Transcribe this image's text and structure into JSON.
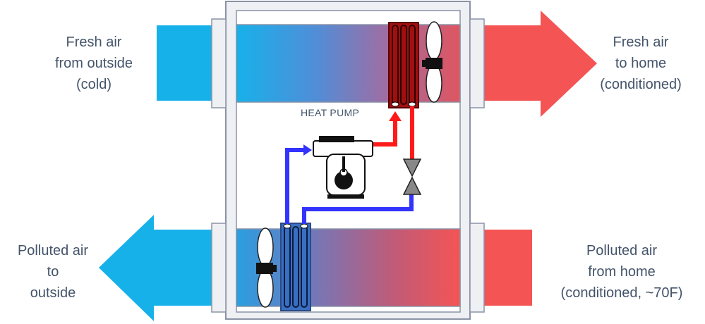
{
  "labels": {
    "fresh_in": [
      "Fresh air",
      "from outside",
      "(cold)"
    ],
    "fresh_out": [
      "Fresh air",
      "to home",
      "(conditioned)"
    ],
    "polluted_out": [
      "Polluted air",
      "to",
      "outside"
    ],
    "polluted_in": [
      "Polluted air",
      "from home",
      "(conditioned, ~70F)"
    ],
    "heat_pump": "HEAT PUMP"
  },
  "colors": {
    "cold": "#17b1ea",
    "warm": "#f45454",
    "mid": "#7a7dc8",
    "refrigerant_hot": "#ff1a1a",
    "refrigerant_cold": "#3333ff",
    "cabinet_border": "#8a94a6",
    "cabinet_fill": "#eef0f3",
    "text": "#44546a"
  }
}
